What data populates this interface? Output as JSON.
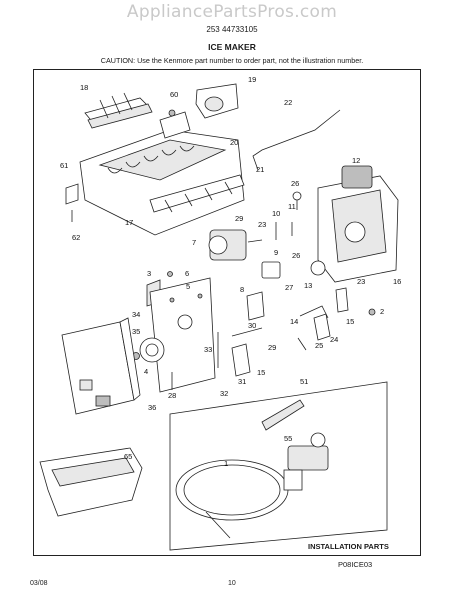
{
  "watermark": "AppliancePartsPros.com",
  "header": {
    "part_number": "253 44733105",
    "title": "ICE MAKER",
    "caution": "CAUTION: Use the Kenmore part number to order part, not the illustration number."
  },
  "diagram": {
    "installation_label": "INSTALLATION PARTS",
    "page_code": "P08ICE03",
    "callouts": [
      "18",
      "60",
      "19",
      "22",
      "20",
      "21",
      "61",
      "17",
      "62",
      "12",
      "26",
      "11",
      "10",
      "29",
      "23",
      "7",
      "9",
      "26",
      "16",
      "3",
      "6",
      "5",
      "8",
      "27",
      "13",
      "23",
      "34",
      "35",
      "28",
      "30",
      "14",
      "15",
      "33",
      "29",
      "32",
      "31",
      "15",
      "25",
      "24",
      "2",
      "4",
      "36",
      "51",
      "55",
      "1",
      "65"
    ]
  },
  "footer": {
    "date": "03/08",
    "page": "10"
  }
}
